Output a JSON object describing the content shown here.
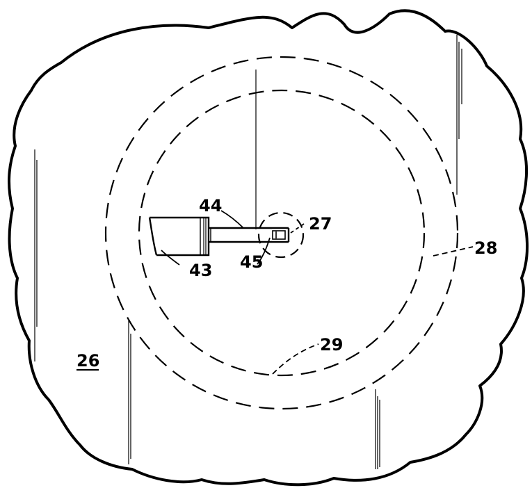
{
  "figure": {
    "colors": {
      "ink": "#000000",
      "paper": "#ffffff"
    },
    "labels": {
      "wafer": "26",
      "center_circle": "27",
      "outer_circle": "28",
      "inner_circle": "29",
      "base_block": "43",
      "probe_arm": "44",
      "probe_tip": "45"
    }
  }
}
